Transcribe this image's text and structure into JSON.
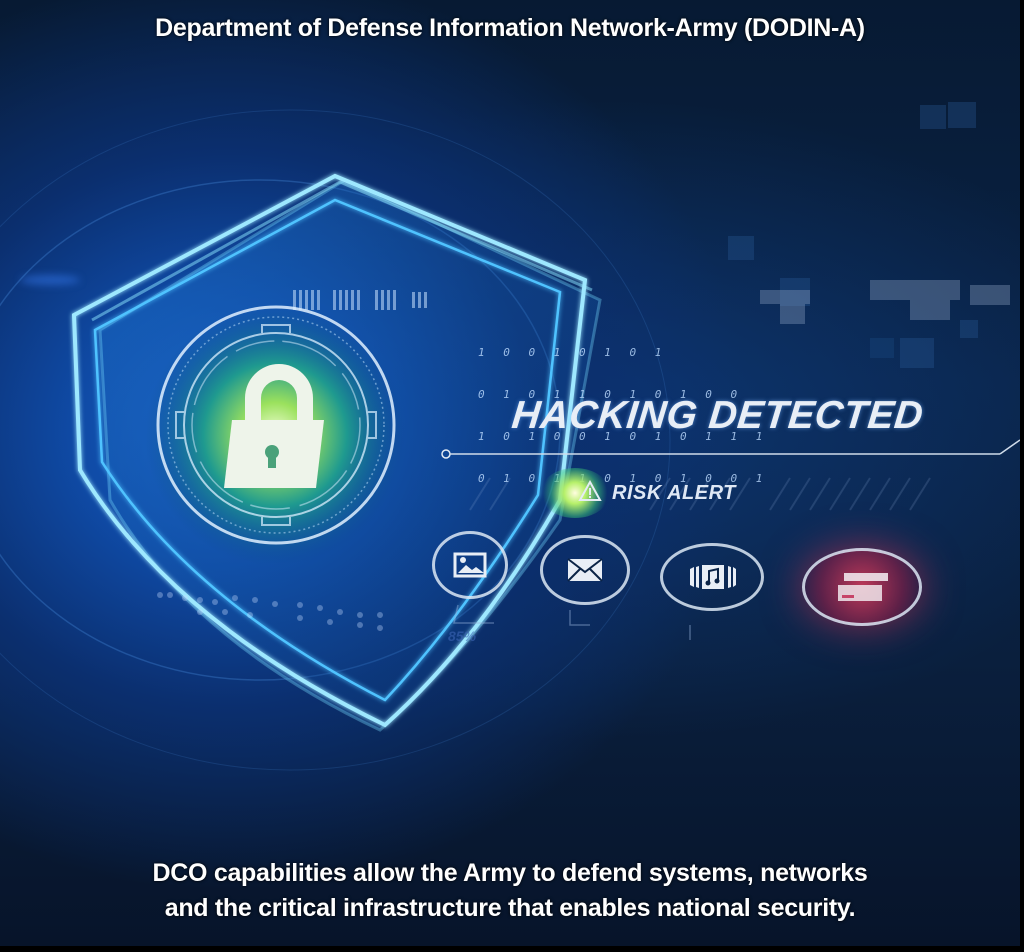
{
  "header": {
    "title": "Department of Defense Information Network-Army (DODIN-A)"
  },
  "illustration": {
    "alert_title": "HACKING DETECTED",
    "alert_subtitle": "RISK ALERT",
    "binary_rows": [
      "1 0 0 1 0 1 0 1",
      "0 1 0 1 1 0 1 0 1 0 0",
      "1 0 1 0 0 1 0 1 0 1 1 1",
      "0 1 0 1 1 0 1 0 1 0 0 1"
    ],
    "gauge_label": "85%",
    "icons": [
      {
        "name": "image-icon",
        "state": "normal"
      },
      {
        "name": "mail-icon",
        "state": "normal"
      },
      {
        "name": "music-file-icon",
        "state": "normal"
      },
      {
        "name": "credit-card-icon",
        "state": "alert"
      }
    ],
    "colors": {
      "shield_glow": "#4fc3ff",
      "lock_glow": "#9be15d",
      "alert_red": "#d83a5a",
      "background": "#0a2346"
    }
  },
  "footer": {
    "caption_line1": "DCO capabilities allow the Army to defend systems, networks",
    "caption_line2": "and the critical infrastructure that enables national security."
  }
}
